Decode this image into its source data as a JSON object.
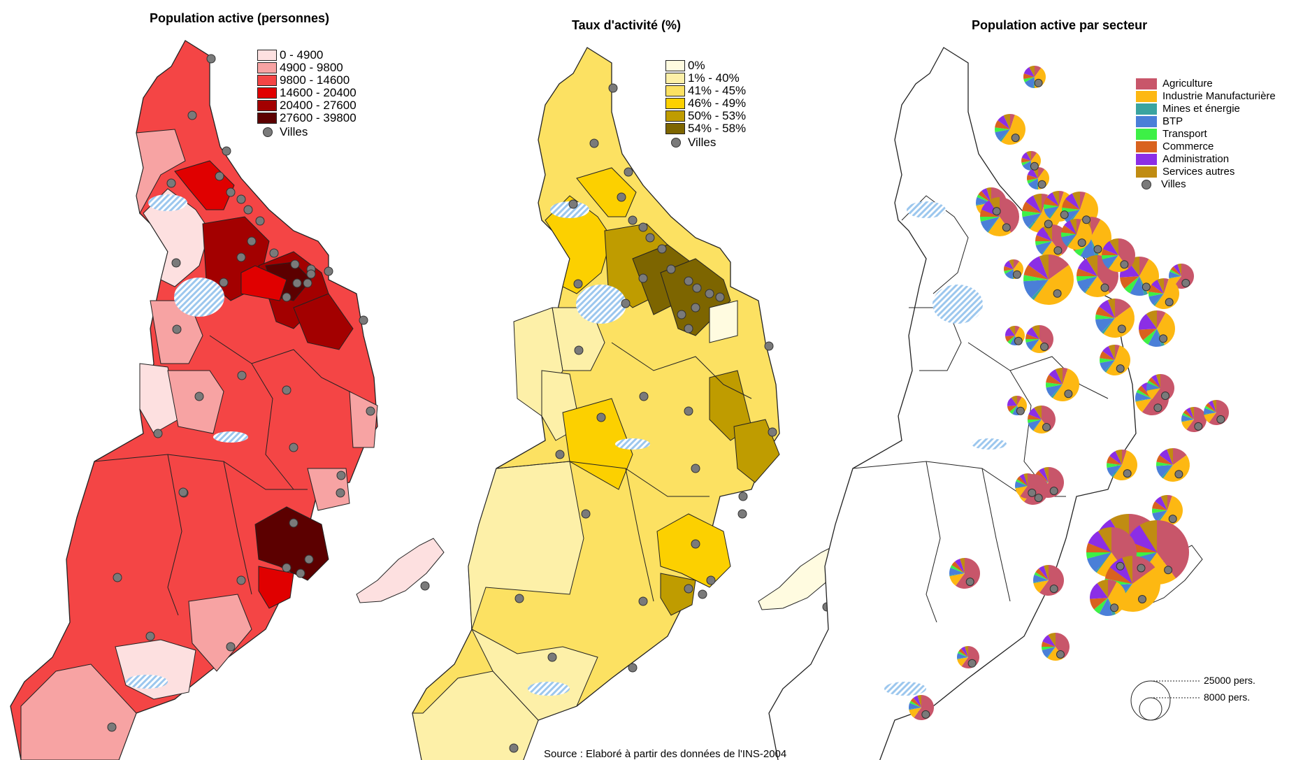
{
  "maps": [
    {
      "title": "Population active (personnes)"
    },
    {
      "title": "Taux d'activité (%)"
    },
    {
      "title": "Population active par secteur"
    }
  ],
  "legend_population": {
    "classes": [
      {
        "label": "0 - 4900",
        "color": "#fde0e0"
      },
      {
        "label": "4900 - 9800",
        "color": "#f7a3a3"
      },
      {
        "label": "9800 - 14600",
        "color": "#f44545"
      },
      {
        "label": "14600 - 20400",
        "color": "#e00000"
      },
      {
        "label": "20400 - 27600",
        "color": "#a30000"
      },
      {
        "label": "27600 - 39800",
        "color": "#5c0000"
      }
    ],
    "cities_label": "Villes"
  },
  "legend_activity": {
    "classes": [
      {
        "label": "0%",
        "color": "#fffbe0"
      },
      {
        "label": "1% - 40%",
        "color": "#fdf0a8"
      },
      {
        "label": "41% - 45%",
        "color": "#fce162"
      },
      {
        "label": "46% - 49%",
        "color": "#fcd000"
      },
      {
        "label": "50% - 53%",
        "color": "#bf9c00"
      },
      {
        "label": "54% - 58%",
        "color": "#7d6500"
      }
    ],
    "cities_label": "Villes"
  },
  "legend_sectors": {
    "sectors": [
      {
        "label": "Agriculture",
        "color": "#c8566a"
      },
      {
        "label": "Industrie Manufacturière",
        "color": "#fdb812"
      },
      {
        "label": "Mines et énergie",
        "color": "#3aa4a0"
      },
      {
        "label": "BTP",
        "color": "#4a7fd8"
      },
      {
        "label": "Transport",
        "color": "#3df046"
      },
      {
        "label": "Commerce",
        "color": "#d9621e"
      },
      {
        "label": "Administration",
        "color": "#8b2ee6"
      },
      {
        "label": "Services autres",
        "color": "#c08c12"
      }
    ],
    "cities_label": "Villes"
  },
  "scale": {
    "large": "25000 pers.",
    "small": "8000 pers."
  },
  "source": "Source : Elaboré à partir des données de l'INS-2004",
  "colors": {
    "city_dot": "#7a7a7a",
    "border": "#222222",
    "water": "#9cc7ee"
  }
}
